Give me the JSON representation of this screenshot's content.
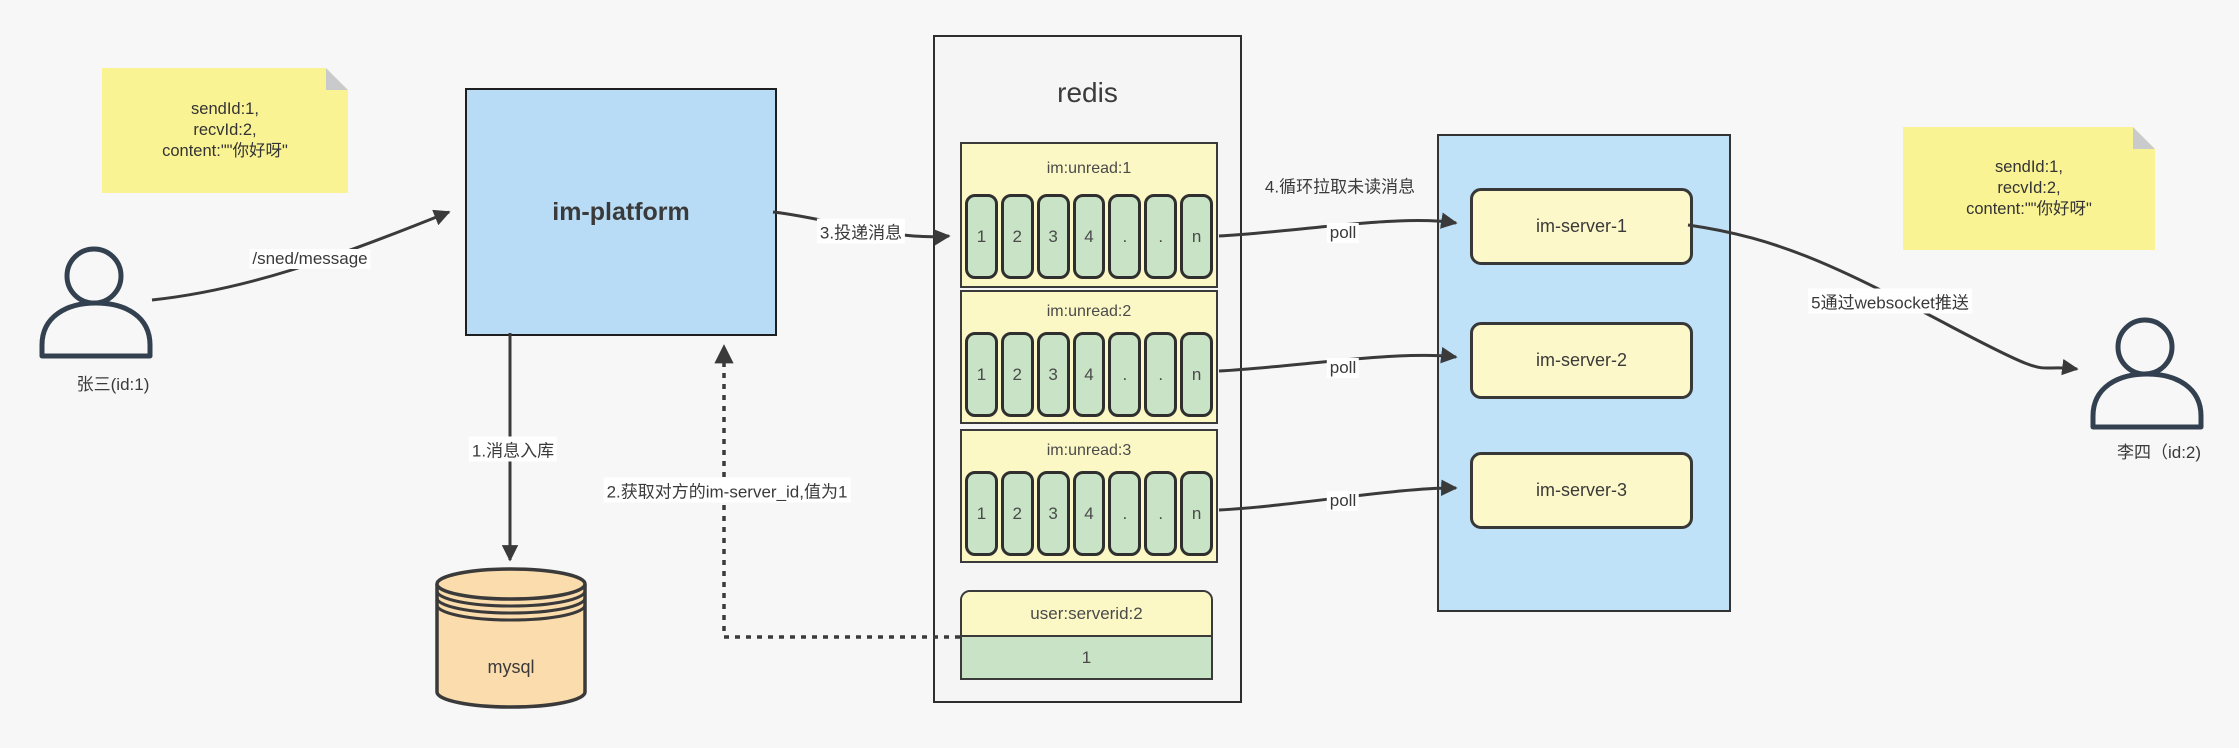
{
  "colors": {
    "background": "#f7f7f7",
    "line": "#3a3a3a",
    "sticky_yellow": "#faf394",
    "pale_yellow": "#fbf8c6",
    "cell_green": "#c8e3c5",
    "platform_blue": "#b9dcf6",
    "cluster_blue": "#bfe2f9",
    "mysql_orange": "#fbdcad"
  },
  "sticky_notes": {
    "left": {
      "line1": "sendId:1,",
      "line2": "recvId:2,",
      "line3": "content:\"\"你好呀\""
    },
    "right": {
      "line1": "sendId:1,",
      "line2": "recvId:2,",
      "line3": "content:\"\"你好呀\""
    }
  },
  "actors": {
    "sender": {
      "name": "张三(id:1)"
    },
    "receiver": {
      "name": "李四（id:2)"
    }
  },
  "nodes": {
    "platform": {
      "label": "im-platform"
    },
    "database": {
      "label": "mysql"
    },
    "redis": {
      "title": "redis",
      "queues": [
        {
          "header": "im:unread:1",
          "cells": [
            "1",
            "2",
            "3",
            "4",
            ".",
            ".",
            "n"
          ]
        },
        {
          "header": "im:unread:2",
          "cells": [
            "1",
            "2",
            "3",
            "4",
            ".",
            ".",
            "n"
          ]
        },
        {
          "header": "im:unread:3",
          "cells": [
            "1",
            "2",
            "3",
            "4",
            ".",
            ".",
            "n"
          ]
        }
      ],
      "kv": {
        "header": "user:serverid:2",
        "value": "1"
      }
    },
    "cluster": {
      "servers": [
        {
          "label": "im-server-1"
        },
        {
          "label": "im-server-2"
        },
        {
          "label": "im-server-3"
        }
      ]
    }
  },
  "edges": {
    "send_message": {
      "label": "/sned/message"
    },
    "step1": {
      "label": "1.消息入库"
    },
    "step2": {
      "label": "2.获取对方的im-server_id,值为1"
    },
    "step3": {
      "label": "3.投递消息"
    },
    "step4": {
      "label": "4.循环拉取未读消息"
    },
    "step5": {
      "label": "5通过websocket推送"
    },
    "poll1": {
      "label": "poll"
    },
    "poll2": {
      "label": "poll"
    },
    "poll3": {
      "label": "poll"
    }
  }
}
